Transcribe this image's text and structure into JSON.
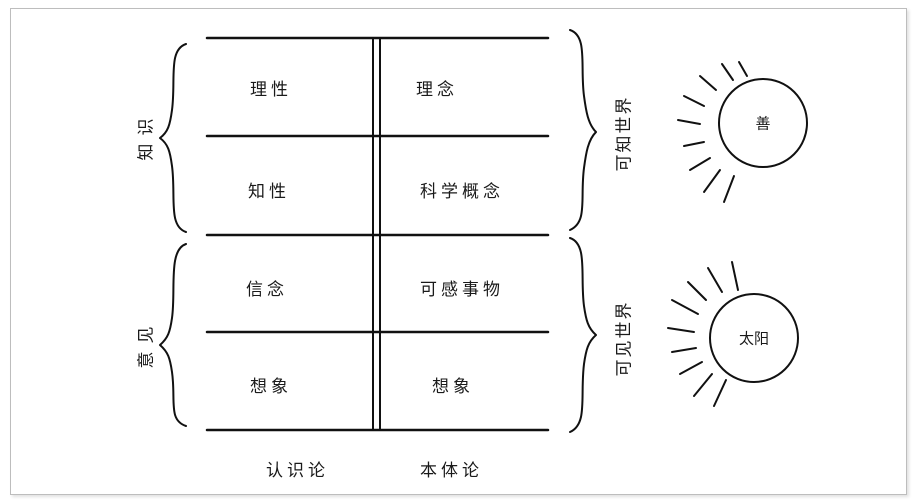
{
  "grid": {
    "rows": [
      {
        "left": "理性",
        "right": "理念"
      },
      {
        "left": "知性",
        "right": "科学概念"
      },
      {
        "left": "信念",
        "right": "可感事物"
      },
      {
        "left": "想象",
        "right": "想象"
      }
    ],
    "footer_left": "认识论",
    "footer_right": "本体论"
  },
  "left_braces": {
    "upper": "知识",
    "lower": "意见"
  },
  "right_braces": {
    "upper": "可知世界",
    "lower": "可见世界"
  },
  "suns": {
    "upper": "善",
    "lower": "太阳"
  }
}
